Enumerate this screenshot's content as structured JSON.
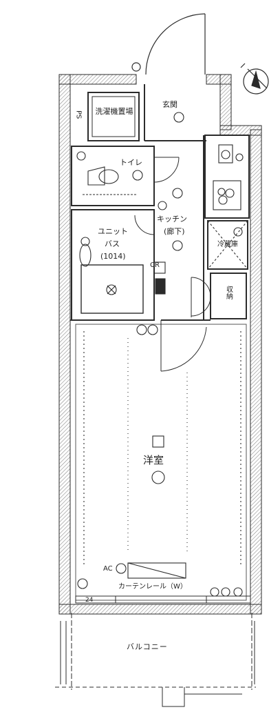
{
  "labels": {
    "entrance": "玄関",
    "laundry": "洗濯機置場",
    "ps": "PS",
    "toilet": "トイレ",
    "kitchen": "キッチン",
    "kitchen_note": "(廊下)",
    "unit_bath": "ユニット",
    "bath": "バス",
    "bath_size": "(1014)",
    "cr": "CR",
    "western_room": "洋室",
    "ac": "AC",
    "curtain_rail": "カーテンレール（W）",
    "balcony": "バルコニー",
    "storage": "収納",
    "refrigerator": "冷蔵庫",
    "num24": "24"
  },
  "colors": {
    "line": "#2b2b2b",
    "wall_hatch": "#8a8a8a",
    "paper": "#ffffff"
  },
  "icons": [
    "compass-north-icon"
  ]
}
